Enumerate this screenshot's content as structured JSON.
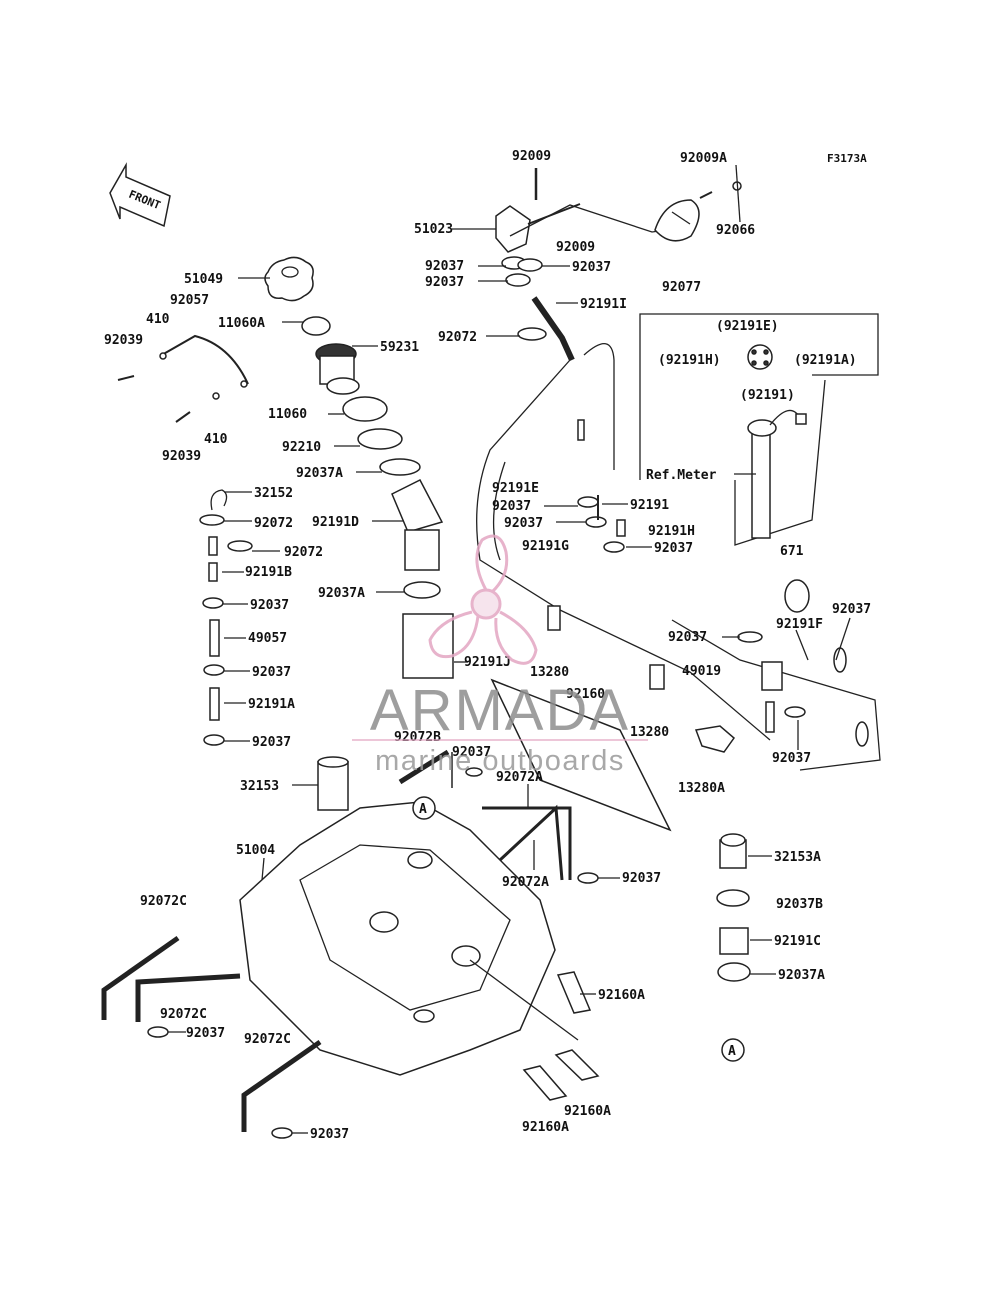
{
  "figure_code": "F3173A",
  "front_label": "FRONT",
  "watermark": {
    "brand": "ARMADA",
    "tagline": "marine outboards",
    "brand_color": "#8f8f8f",
    "logo_color": "#e3a6c3"
  },
  "parts": {
    "p92009_top": "92009",
    "p92009A": "92009A",
    "p51023": "51023",
    "p92009_mid": "92009",
    "p92066": "92066",
    "p92037_a": "92037",
    "p92037_b": "92037",
    "p92037_c": "92037",
    "p92077": "92077",
    "p51049": "51049",
    "p92191I": "92191I",
    "p92057": "92057",
    "p410_a": "410",
    "p11060A": "11060A",
    "p92072_a": "92072",
    "p92039_a": "92039",
    "p59231": "59231",
    "p92191E_ref": "(92191E)",
    "p92191H_ref": "(92191H)",
    "p92191A_ref": "(92191A)",
    "p92191_ref": "(92191)",
    "p11060": "11060",
    "p410_b": "410",
    "p92210": "92210",
    "p92039_b": "92039",
    "p92037A_a": "92037A",
    "ref_meter": "Ref.Meter",
    "p32152": "32152",
    "p92191E": "92191E",
    "p92037_d": "92037",
    "p92191": "92191",
    "p92072_b": "92072",
    "p92191D": "92191D",
    "p92037_e": "92037",
    "p92191H": "92191H",
    "p92072_c": "92072",
    "p92191G": "92191G",
    "p92037_f": "92037",
    "p671": "671",
    "p92191B": "92191B",
    "p92037A_b": "92037A",
    "p92037_g": "92037",
    "p92037_h": "92037",
    "p92191F": "92191F",
    "p49057": "49057",
    "p92037_i": "92037",
    "p92191J": "92191J",
    "p13280_a": "13280",
    "p49019": "49019",
    "p92037_j": "92037",
    "p92160": "92160",
    "p92191A": "92191A",
    "p13280_b": "13280",
    "p92072B": "92072B",
    "p92037_k": "92037",
    "p92037_l": "92037",
    "p92037_m": "92037",
    "p92072A_a": "92072A",
    "p32153": "32153",
    "p13280A": "13280A",
    "circle_a1": "A",
    "p51004": "51004",
    "p32153A": "32153A",
    "p92072A_b": "92072A",
    "p92037_n": "92037",
    "p92072C_a": "92072C",
    "p92037B": "92037B",
    "p92191C": "92191C",
    "p92037A_c": "92037A",
    "p92160A_a": "92160A",
    "p92072C_b": "92072C",
    "p92037_o": "92037",
    "p92072C_c": "92072C",
    "circle_a2": "A",
    "p92037_p": "92037",
    "p92160A_b": "92160A",
    "p92160A_c": "92160A"
  }
}
